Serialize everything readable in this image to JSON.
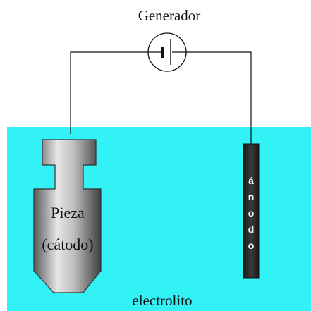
{
  "title": "Generador",
  "cathode": {
    "line1": "Pieza",
    "line2": "(cátodo)"
  },
  "anode": {
    "label": "ánodo",
    "letters": [
      "á",
      "n",
      "o",
      "d",
      "o"
    ]
  },
  "electrolyte": {
    "label": "electrolito"
  },
  "colors": {
    "electrolyte": "#33f2f5",
    "wire": "#111111",
    "anode": "#2a2a2a",
    "cathode_dark": "#4a4a4a",
    "cathode_light": "#d9d9d9"
  }
}
